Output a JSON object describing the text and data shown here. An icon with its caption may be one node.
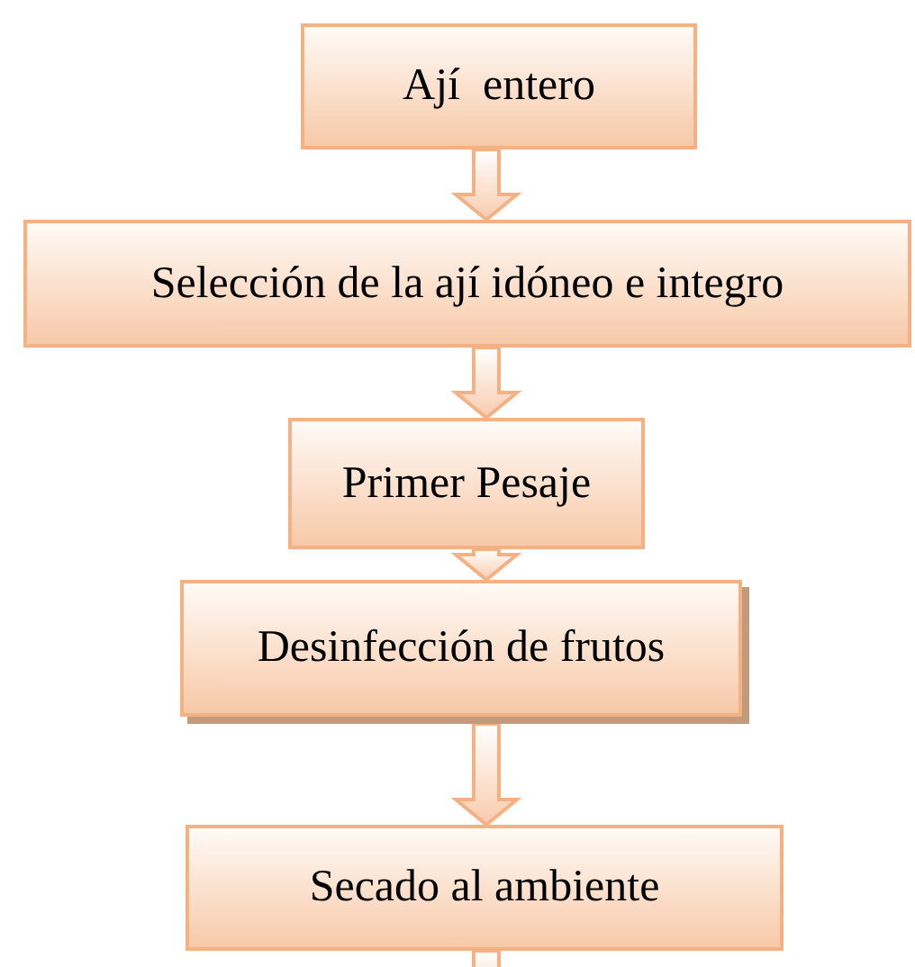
{
  "diagram": {
    "nodes": [
      {
        "text": [
          "Ají  entero"
        ]
      },
      {
        "text": [
          "Selección de la ají idóneo e integro"
        ]
      },
      {
        "text": [
          "Primer Pesaje"
        ]
      },
      {
        "text": [
          "Desinfección de frutos"
        ]
      },
      {
        "text": [
          "Secado al ambiente"
        ]
      }
    ],
    "edges": [
      {
        "from": 0,
        "to": 1,
        "arrow": "to"
      },
      {
        "from": 1,
        "to": 2,
        "arrow": "to"
      },
      {
        "from": 2,
        "to": 3,
        "arrow": "to"
      },
      {
        "from": 3,
        "to": 4,
        "arrow": "to"
      },
      {
        "from": 4,
        "to": null,
        "arrow": "to"
      }
    ]
  }
}
